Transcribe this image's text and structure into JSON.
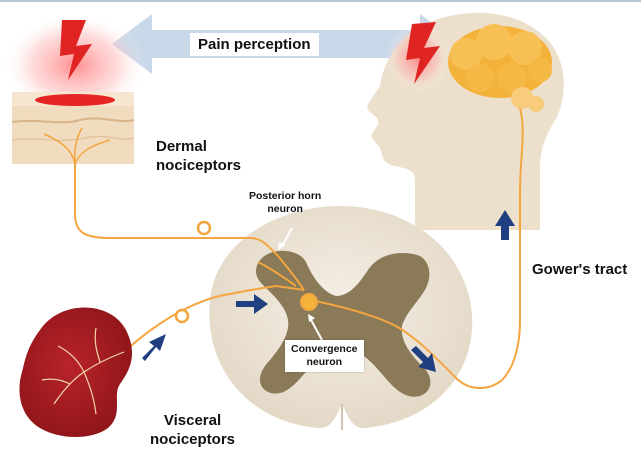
{
  "labels": {
    "pain_perception": "Pain perception",
    "dermal": [
      "Dermal",
      "nociceptors"
    ],
    "posterior_horn": [
      "Posterior horn",
      "neuron"
    ],
    "convergence": [
      "Convergence",
      "neuron"
    ],
    "gowers_tract": "Gower's tract",
    "visceral": [
      "Visceral",
      "nociceptors"
    ]
  },
  "colors": {
    "nerve": "#f3a640",
    "arrow": "#1f3f80",
    "double_arrow": "#c9d8e8",
    "lightning": "#e02424",
    "brain": "#f5b23a",
    "head": "#ece0cd",
    "skin": "#f2dcbf",
    "cord": "#ece3d5",
    "grey_matter": "#8a7a58",
    "organ": "#a51a1f"
  },
  "icons": [
    "lightning-icon",
    "up-arrow-icon",
    "right-arrow-icon",
    "down-right-arrow-icon",
    "double-headed-arrow"
  ]
}
